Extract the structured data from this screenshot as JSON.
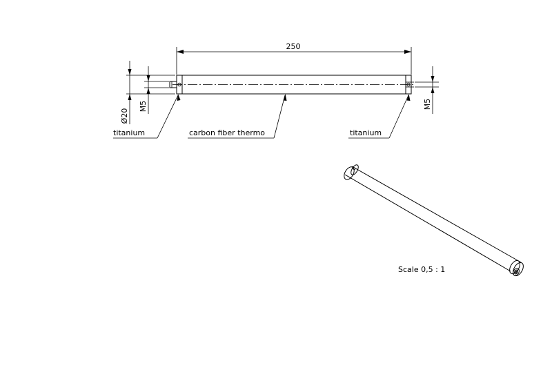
{
  "dimensions": {
    "length": "250",
    "diameter": "Ø20",
    "thread_left": "M5",
    "thread_right": "M5"
  },
  "labels": {
    "left_end": "titanium",
    "tube": "carbon fiber thermo",
    "right_end": "titanium"
  },
  "scale": "Scale 0,5 : 1"
}
